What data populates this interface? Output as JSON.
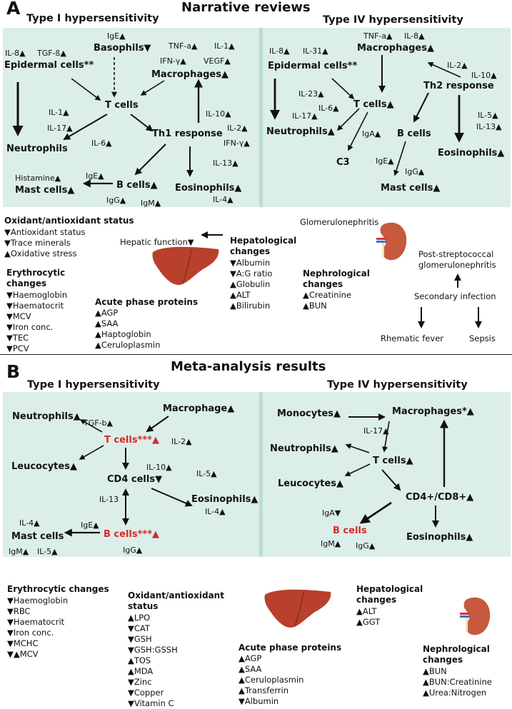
{
  "sectionA": {
    "letter": "A",
    "title": "Narrative reviews",
    "typeI": {
      "title": "Type I hypersensitivity",
      "cells": {
        "basophils": "Basophils▼",
        "epidermal": "Epidermal cells**",
        "macrophages": "Macrophages▲",
        "tcells": "T cells",
        "neutrophils": "Neutrophils",
        "th1": "Th1 response",
        "mast": "Mast cells▲",
        "bcells": "B cells▲",
        "eosinophils": "Eosinophils▲"
      },
      "cytokines": {
        "ige_top": "IgE▲",
        "tnfa": "TNF-a▲",
        "il1_top": "IL-1▲",
        "il8": "IL-8▲",
        "tgfb": "TGF-ß▲",
        "ifny": "IFN-γ▲",
        "vegf": "VEGF▲",
        "il1": "IL-1▲",
        "il17": "IL-17▲",
        "il10": "IL-10▲",
        "il2": "IL-2▲",
        "ifny2": "IFN-γ▲",
        "il6": "IL-6▲",
        "il13": "IL-13▲",
        "histamine": "Histamine▲",
        "ige_mast": "IgE▲",
        "igg": "IgG▲",
        "igm": "IgM▲",
        "il4": "IL-4▲"
      }
    },
    "typeIV": {
      "title": "Type IV hypersensitivity",
      "cells": {
        "macrophages": "Macrophages▲",
        "epidermal": "Epidermal cells**",
        "th2": "Th2 response",
        "tcells": "T cells▲",
        "neutrophils": "Neutrophils▲",
        "bcells": "B cells",
        "eosinophils": "Eosinophils▲",
        "c3": "C3",
        "mast": "Mast cells▲"
      },
      "cytokines": {
        "tnfa": "TNF-a▲",
        "il8_top": "IL-8▲",
        "il8": "IL-8▲",
        "il31": "IL-31▲",
        "il2": "IL-2▲",
        "il10": "IL-10▲",
        "il23": "IL-23▲",
        "il6": "IL-6▲",
        "il17": "IL-17▲",
        "il5": "IL-5▲",
        "il13": "IL-13▲",
        "iga": "IgA▲",
        "ige": "IgE▲",
        "igg": "IgG▲"
      }
    },
    "oxidant": {
      "title": "Oxidant/antioxidant status",
      "items": [
        "▼Antioxidant status",
        "▼Trace minerals",
        "▲Oxidative stress"
      ]
    },
    "hepatic_function": "Hepatic function▼",
    "erythrocytic": {
      "title": "Erythrocytic changes",
      "items": [
        "▼Haemoglobin",
        "▼Haematocrit",
        "▼MCV",
        "▼Iron conc.",
        "▼TEC",
        "▼PCV"
      ]
    },
    "acute": {
      "title": "Acute phase proteins",
      "items": [
        "▲AGP",
        "▲SAA",
        "▲Haptoglobin",
        "▲Ceruloplasmin"
      ]
    },
    "hepato": {
      "title": "Hepatological changes",
      "items": [
        "▼Albumin",
        "▼A:G ratio",
        "▲Globulin",
        "▲ALT",
        "▲Bilirubin"
      ]
    },
    "nephro": {
      "title": "Nephrological changes",
      "items": [
        "▲Creatinine",
        "▲BUN"
      ]
    },
    "glomerulo": "Glomerulonephritis",
    "poststrep1": "Post-streptococcal",
    "poststrep2": "glomerulonephritis",
    "secondary": "Secondary infection",
    "rheumatic": "Rhematic fever",
    "sepsis": "Sepsis"
  },
  "sectionB": {
    "letter": "B",
    "title": "Meta-analysis results",
    "typeI": {
      "title": "Type I hypersensitivity",
      "cells": {
        "neutrophils": "Neutrophils▲",
        "macrophage": "Macrophage▲",
        "tcells": "T cells***▲",
        "leucocytes": "Leucocytes▲",
        "cd4": "CD4 cells▼",
        "eosinophils": "Eosinophils▲",
        "mast": "Mast cells",
        "bcells": "B cells***▲"
      },
      "cytokines": {
        "tgfb": "TGF-b▲",
        "il2": "IL-2▲",
        "il10": "IL-10▲",
        "il13": "IL-13",
        "il5": "IL-5▲",
        "il4_right": "IL-4▲",
        "il4_left": "IL-4▲",
        "ige": "IgE▲",
        "igm": "IgM▲",
        "il5_left": "IL-5▲",
        "igg": "IgG▲"
      }
    },
    "typeIV": {
      "title": "Type IV hypersensitivity",
      "cells": {
        "monocytes": "Monocytes▲",
        "macrophages": "Macrophages*▲",
        "neutrophils": "Neutrophils▲",
        "tcells": "T cells▲",
        "leucocytes": "Leucocytes▲",
        "cd4cd8": "CD4+/CD8+▲",
        "bcells": "B cells",
        "eosinophils": "Eosinophils▲"
      },
      "cytokines": {
        "il17": "IL-17▲",
        "iga": "IgA▼",
        "igm": "IgM▲",
        "igg": "IgG▲"
      }
    },
    "erythrocytic": {
      "title": "Erythrocytic changes",
      "items": [
        "▼Haemoglobin",
        "▼RBC",
        "▼Haematocrit",
        "▼Iron conc.",
        "▼MCHC",
        "▼▲MCV"
      ]
    },
    "oxidant": {
      "title": "Oxidant/antioxidant status",
      "items": [
        "▲LPO",
        "▼CAT",
        "▼GSH",
        "▼GSH:GSSH",
        "▲TOS",
        "▲MDA",
        "▼Zinc",
        "▼Copper",
        "▼Vitamin C"
      ]
    },
    "acute": {
      "title": "Acute phase proteins",
      "items": [
        "▲AGP",
        "▲SAA",
        "▲Ceruloplasmin",
        "▲Transferrin",
        "▼Albumin"
      ]
    },
    "hepato": {
      "title": "Hepatological changes",
      "items": [
        "▲ALT",
        "▲GGT"
      ]
    },
    "nephro": {
      "title": "Nephrological changes",
      "items": [
        "▲BUN",
        "▲BUN:Creatinine",
        "▲Urea:Nitrogen"
      ]
    }
  },
  "colors": {
    "panel_bg": "#dceeea",
    "panel_divider": "#b9ddd2",
    "highlight_red": "#d42a2a",
    "liver": "#b8402c",
    "kidney": "#c55a3e"
  }
}
